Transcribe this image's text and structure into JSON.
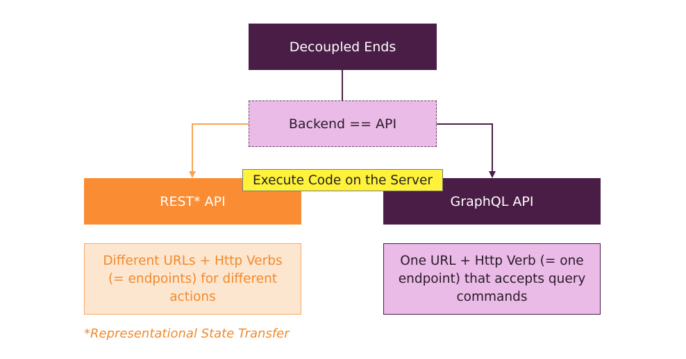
{
  "nodes": {
    "decoupled": "Decoupled Ends",
    "backend": "Backend == API",
    "rest": "REST* API",
    "graphql": "GraphQL API",
    "execute": "Execute Code on the Server",
    "rest_desc": "Different URLs + Http Verbs (= endpoints) for different actions",
    "graphql_desc": "One URL + Http Verb (= one endpoint) that accepts query commands"
  },
  "footnote": "*Representational State Transfer",
  "colors": {
    "dark_purple": "#4a1d46",
    "light_purple": "#eabbe7",
    "orange": "#fa8c34",
    "light_orange": "#fde6d0",
    "yellow": "#fff23a"
  }
}
